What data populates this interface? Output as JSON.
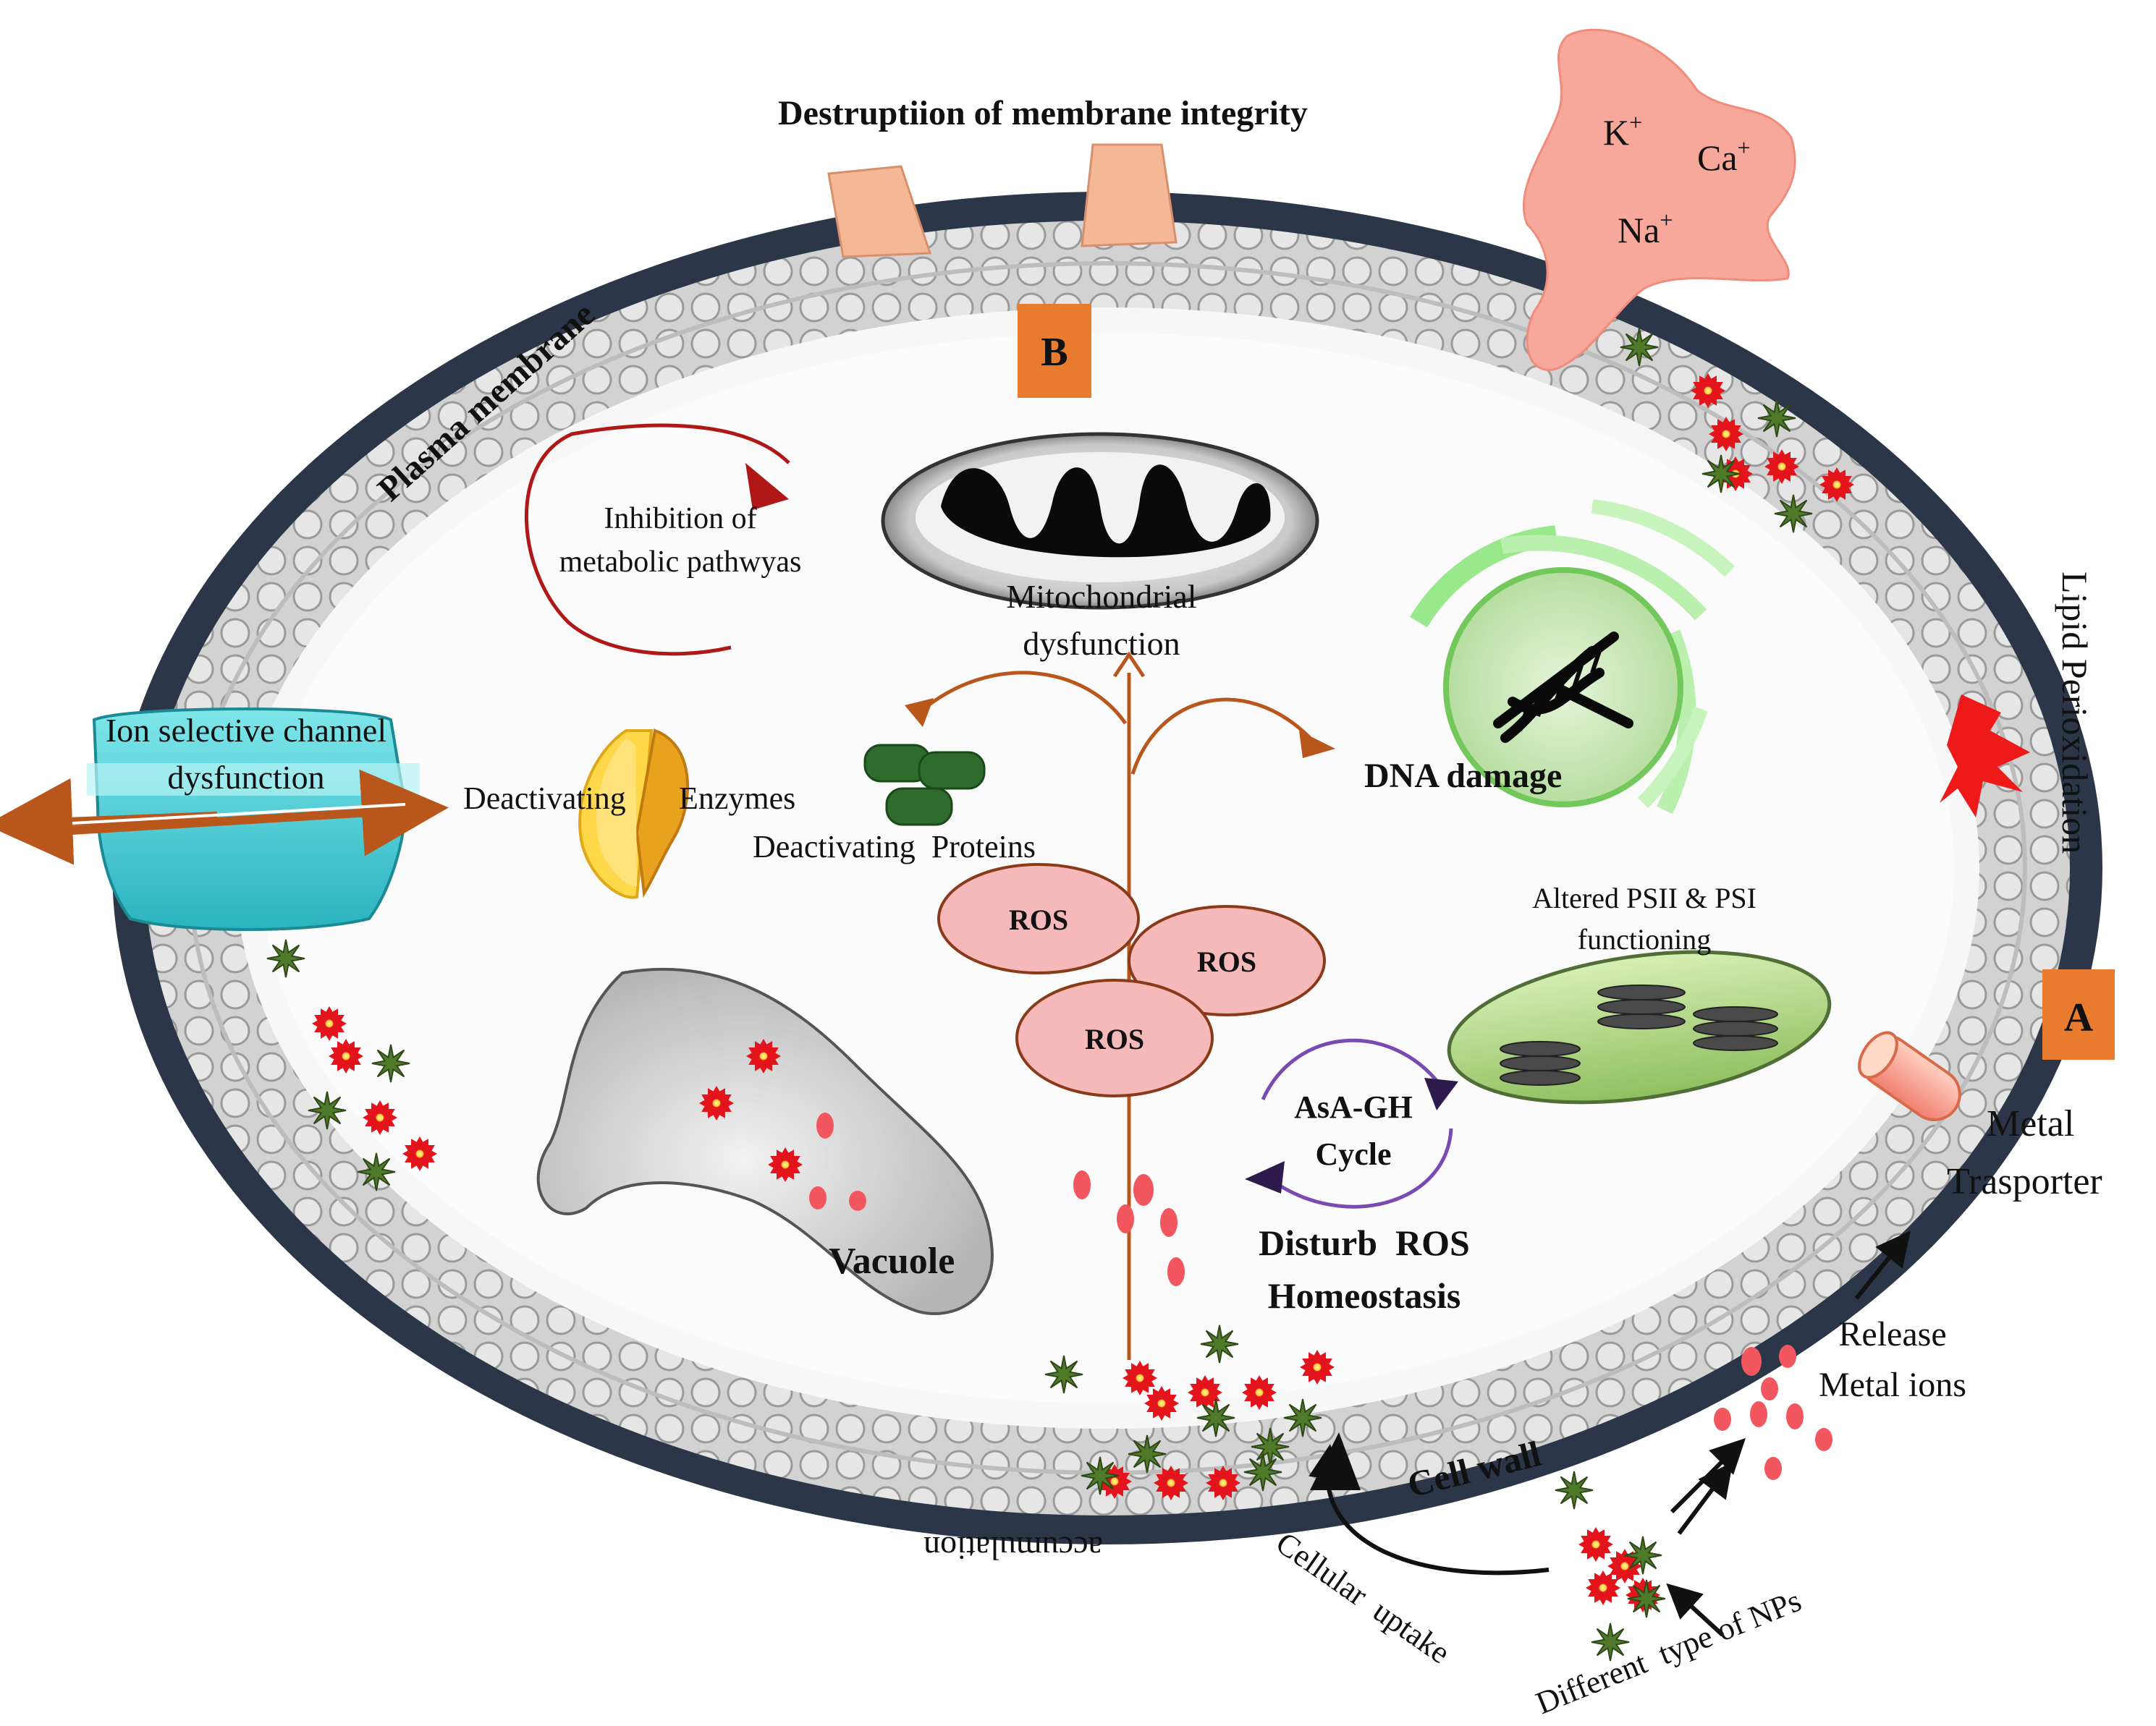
{
  "labels": {
    "membrane_integrity": "Destruptiion of membrane integrity",
    "plasma_membrane": "Plasma membrane",
    "ion_k": "K",
    "ion_ca": "Ca",
    "ion_na": "Na",
    "ion_charge": "+",
    "panel_b": "B",
    "panel_a": "A",
    "inhibition_line1": "Inhibition of",
    "inhibition_line2": "metabolic pathwyas",
    "mito_line1": "Mitochondrial",
    "mito_line2": "dysfunction",
    "lipid": "Lipid Perioxidation",
    "ion_channel_line1": "Ion selective channel",
    "ion_channel_line2": "dysfunction",
    "deact_enzymes_1": "Deactivating",
    "deact_enzymes_2": "Enzymes",
    "deact_proteins": "Deactivating  Proteins",
    "dna_damage": "DNA damage",
    "ros": "ROS",
    "psii_line1": "Altered PSII & PSI",
    "psii_line2": "functioning",
    "asa_line1": "AsA-GH",
    "asa_line2": "Cycle",
    "metal_line1": "Metal",
    "metal_line2": "Trasporter",
    "vacuole": "Vacuole",
    "disturb_line1": "Disturb  ROS",
    "disturb_line2": "Homeostasis",
    "release_line1": "Release",
    "release_line2": "Metal ions",
    "cell_wall": "Cell wall",
    "accumulation": "accumulation",
    "cellular_uptake": "Cellular  uptake",
    "different_nps": "Different  type of NPs"
  },
  "colors": {
    "cell_wall": "#2b3648",
    "membrane": "#bdbdbd",
    "panel_box": "#e87b2e",
    "arrow_brown": "#b8561c",
    "np_red": "#e3141c",
    "np_green": "#4e7a2a"
  }
}
